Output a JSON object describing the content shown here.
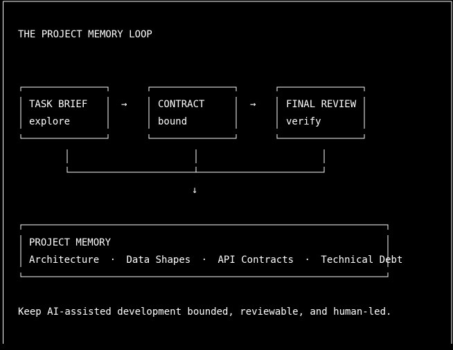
{
  "title": "THE PROJECT MEMORY LOOP",
  "stages": [
    {
      "name": "TASK BRIEF",
      "action": "explore"
    },
    {
      "name": "CONTRACT",
      "action": "bound"
    },
    {
      "name": "FINAL REVIEW",
      "action": "verify"
    }
  ],
  "arrow_right": "→",
  "arrow_down": "↓",
  "separator": "·",
  "memory": {
    "title": "PROJECT MEMORY",
    "items": [
      "Architecture",
      "Data Shapes",
      "API Contracts",
      "Technical Debt"
    ]
  },
  "footer": "Keep AI-assisted development bounded, reviewable, and human-led."
}
